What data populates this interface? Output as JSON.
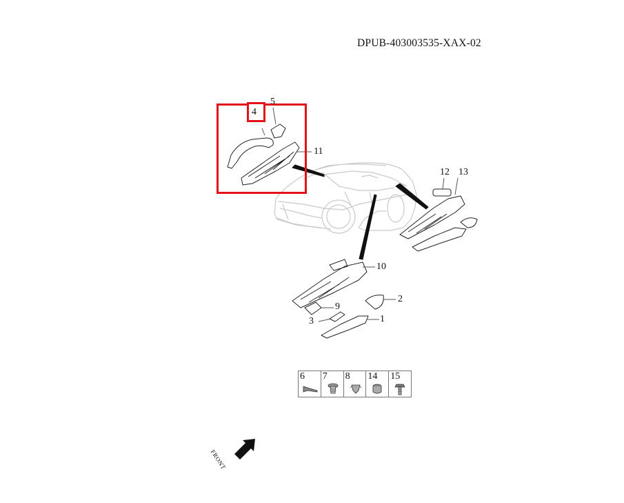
{
  "document_code": "DPUB-403003535-XAX-02",
  "selected_callout": "4",
  "callouts": {
    "c1": "1",
    "c2": "2",
    "c3": "3",
    "c5": "5",
    "c9": "9",
    "c10": "10",
    "c11": "11",
    "c12": "12",
    "c13": "13"
  },
  "fastener_table": [
    {
      "label": "6",
      "icon": "screw-icon"
    },
    {
      "label": "7",
      "icon": "plastic-clip-icon"
    },
    {
      "label": "8",
      "icon": "spring-clip-icon"
    },
    {
      "label": "14",
      "icon": "nut-insert-icon"
    },
    {
      "label": "15",
      "icon": "bolt-icon"
    }
  ],
  "direction_label": "FRONT",
  "colors": {
    "highlight": "#e3121a",
    "line": "#111111",
    "vehicle_line": "#c8c8c8"
  }
}
